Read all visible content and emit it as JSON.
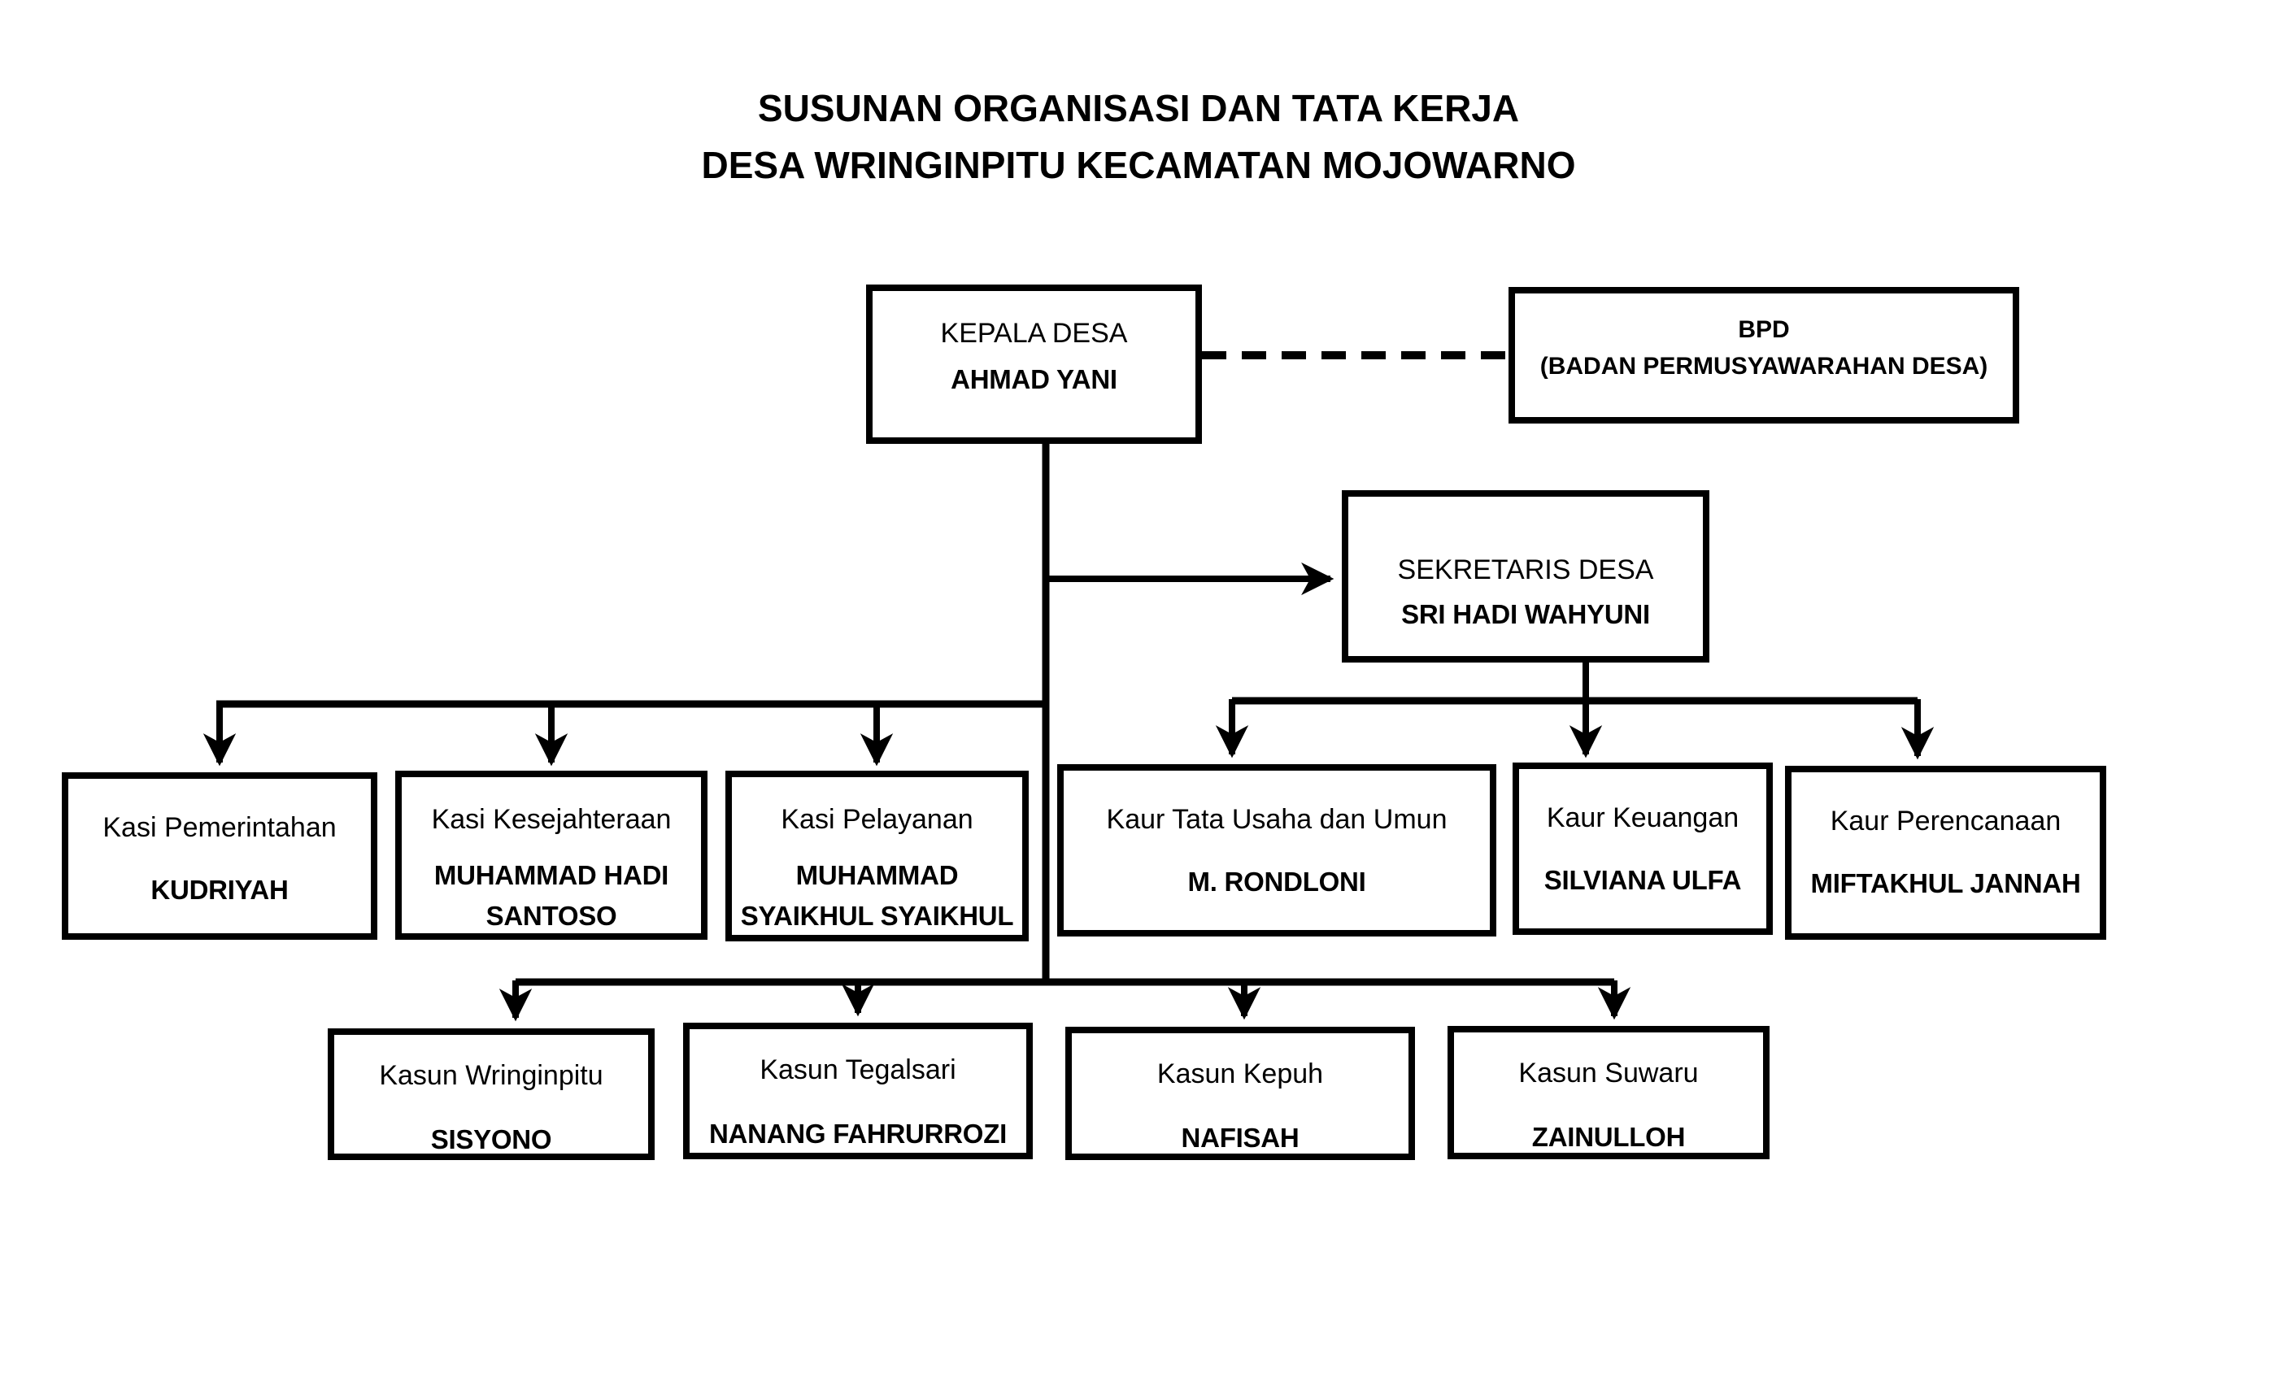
{
  "title": {
    "line1": "SUSUNAN ORGANISASI DAN TATA KERJA",
    "line2": "DESA WRINGINPITU KECAMATAN MOJOWARNO"
  },
  "nodes": {
    "kepala": {
      "role": "KEPALA DESA",
      "name": "AHMAD YANI"
    },
    "bpd": {
      "role": "BPD",
      "name": "(BADAN PERMUSYAWARAHAN DESA)"
    },
    "sekretaris": {
      "role": "SEKRETARIS DESA",
      "name": "SRI HADI WAHYUNI"
    },
    "kasi_pemerintahan": {
      "role": "Kasi Pemerintahan",
      "name": "KUDRIYAH"
    },
    "kasi_kesejahteraan": {
      "role": "Kasi Kesejahteraan",
      "name": "MUHAMMAD HADI",
      "name2": "SANTOSO"
    },
    "kasi_pelayanan": {
      "role": "Kasi Pelayanan",
      "name": "MUHAMMAD",
      "name2": "SYAIKHUL SYAIKHUL"
    },
    "kaur_tata_usaha": {
      "role": "Kaur Tata Usaha dan Umun",
      "name": "M. RONDLONI"
    },
    "kaur_keuangan": {
      "role": "Kaur Keuangan",
      "name": "SILVIANA ULFA"
    },
    "kaur_perencanaan": {
      "role": "Kaur Perencanaan",
      "name": "MIFTAKHUL JANNAH"
    },
    "kasun_wringinpitu": {
      "role": "Kasun Wringinpitu",
      "name": "SISYONO"
    },
    "kasun_tegalsari": {
      "role": "Kasun Tegalsari",
      "name": "NANANG FAHRURROZI"
    },
    "kasun_kepuh": {
      "role": "Kasun Kepuh",
      "name": "NAFISAH"
    },
    "kasun_suwaru": {
      "role": "Kasun Suwaru",
      "name": "ZAINULLOH"
    }
  },
  "edges": [
    {
      "from": "kepala",
      "to": "bpd",
      "style": "dashed"
    },
    {
      "from": "kepala",
      "to": "sekretaris",
      "style": "arrow"
    },
    {
      "from": "kepala",
      "to": "kasi_pemerintahan",
      "style": "arrow"
    },
    {
      "from": "kepala",
      "to": "kasi_kesejahteraan",
      "style": "arrow"
    },
    {
      "from": "kepala",
      "to": "kasi_pelayanan",
      "style": "arrow"
    },
    {
      "from": "sekretaris",
      "to": "kaur_tata_usaha",
      "style": "arrow"
    },
    {
      "from": "sekretaris",
      "to": "kaur_keuangan",
      "style": "arrow"
    },
    {
      "from": "sekretaris",
      "to": "kaur_perencanaan",
      "style": "arrow"
    },
    {
      "from": "kepala",
      "to": "kasun_wringinpitu",
      "style": "arrow"
    },
    {
      "from": "kepala",
      "to": "kasun_tegalsari",
      "style": "arrow"
    },
    {
      "from": "kepala",
      "to": "kasun_kepuh",
      "style": "arrow"
    },
    {
      "from": "kepala",
      "to": "kasun_suwaru",
      "style": "arrow"
    }
  ],
  "colors": {
    "ink": "#000000",
    "paper": "#ffffff"
  }
}
